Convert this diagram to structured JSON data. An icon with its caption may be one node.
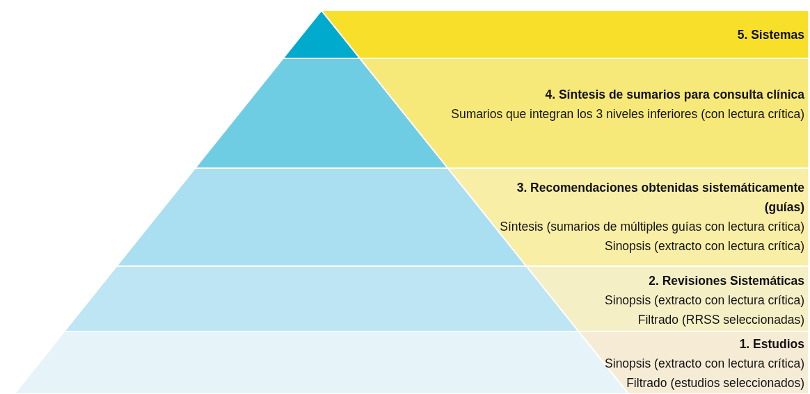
{
  "diagram": {
    "nodes": [
      {
        "text": [
          "5. Sistemas"
        ]
      },
      {
        "text": [
          "4. Síntesis de sumarios para consulta clínica",
          "Sumarios que integran los 3 niveles inferiores (con lectura crítica)"
        ]
      },
      {
        "text": [
          "3. Recomendaciones obtenidas sistemáticamente (guías)",
          "Síntesis (sumarios de múltiples guías con lectura crítica)",
          "Sinopsis (extracto con lectura crítica)"
        ]
      },
      {
        "text": [
          "2. Revisiones Sistemáticas",
          "Sinopsis (extracto con lectura crítica)",
          "Filtrado (RRSS seleccionadas)"
        ]
      },
      {
        "text": [
          "1. Estudios",
          "Sinopsis (extracto con lectura crítica)",
          "Filtrado (estudios seleccionados)"
        ]
      }
    ]
  }
}
